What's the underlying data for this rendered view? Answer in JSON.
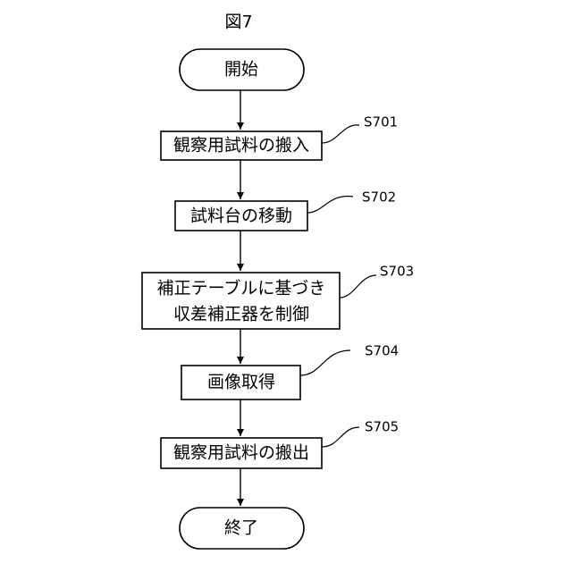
{
  "figure": {
    "title": "図7"
  },
  "flow": {
    "start": {
      "label": "開始"
    },
    "steps": [
      {
        "id": "S701",
        "lines": [
          "観察用試料の搬入"
        ]
      },
      {
        "id": "S702",
        "lines": [
          "試料台の移動"
        ]
      },
      {
        "id": "S703",
        "lines": [
          "補正テーブルに基づき",
          "収差補正器を制御"
        ]
      },
      {
        "id": "S704",
        "lines": [
          "画像取得"
        ]
      },
      {
        "id": "S705",
        "lines": [
          "観察用試料の搬出"
        ]
      }
    ],
    "end": {
      "label": "終了"
    }
  }
}
